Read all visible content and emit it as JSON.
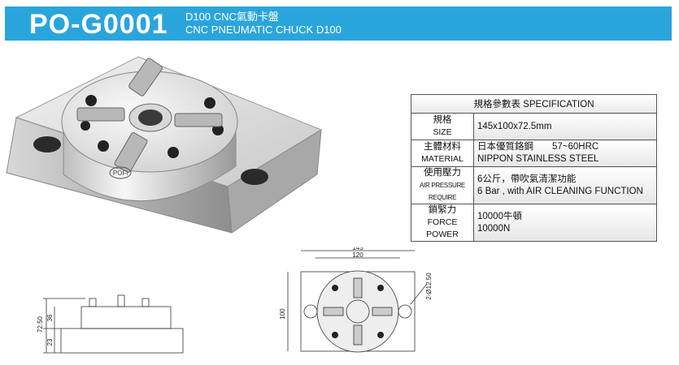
{
  "header": {
    "code": "PO-G0001",
    "subtitle_zh": "D100 CNC氣動卡盤",
    "subtitle_en": "CNC PNEUMATIC CHUCK D100",
    "color": "#2aa5dc"
  },
  "photo": {
    "logo": "POFi"
  },
  "spec": {
    "title": "規格參數表  SPECIFICATION",
    "rows": [
      {
        "zh": "規格",
        "en": "SIZE",
        "value": [
          "145x100x72.5mm"
        ]
      },
      {
        "zh": "主體材料",
        "en": "MATERIAL",
        "value": [
          "日本優質鉻鋼　　57~60HRC",
          "NIPPON STAINLESS STEEL"
        ]
      },
      {
        "zh": "使用壓力",
        "en": "AIR PRESSURE REQUIRE",
        "value": [
          "6公斤，帶吹氣清潔功能",
          "6 Bar , with AIR CLEANING FUNCTION"
        ]
      },
      {
        "zh": "鎖緊力",
        "en": "FORCE POWER",
        "value": [
          "10000牛頓",
          "10000N"
        ]
      }
    ]
  },
  "drawing_side": {
    "dims": [
      "72.50",
      "36",
      "23"
    ]
  },
  "drawing_top": {
    "dims": [
      "145",
      "120",
      "100",
      "2-Ø12.50"
    ]
  }
}
